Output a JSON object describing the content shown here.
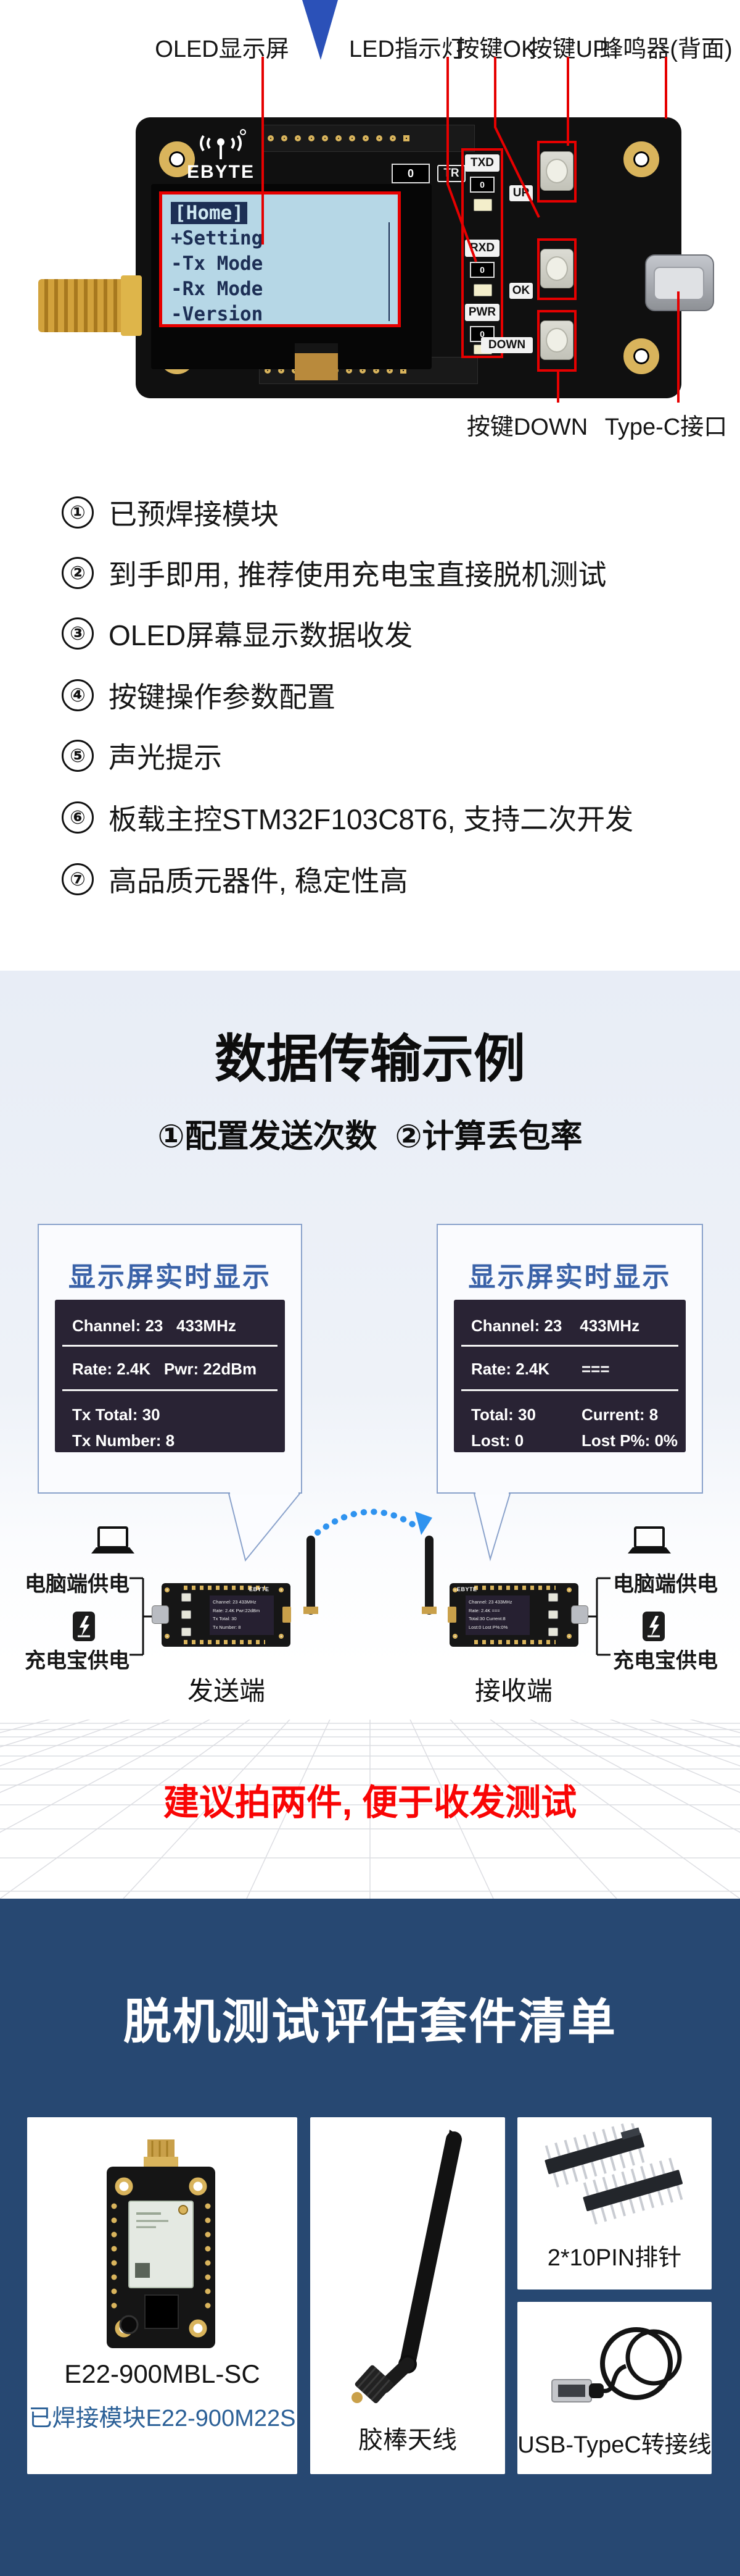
{
  "colors": {
    "accent_red": "#e60000",
    "note_red": "#f90505",
    "navy": "#274872",
    "panel_border": "#8aa2cb",
    "panel_title_blue": "#3a62a8",
    "screen_bg": "#292334",
    "oled_screen": "#b6d7e6",
    "oled_text": "#1d2f55",
    "arrow_blue": "#2b51b8",
    "arc_blue": "#2f93ef",
    "gold": "#d9b45c",
    "link_blue": "#2b6097"
  },
  "hero": {
    "top_labels": [
      "OLED显示屏",
      "LED指示灯",
      "按键OK",
      "按键UP",
      "蜂鸣器(背面)"
    ],
    "bottom_labels": [
      "按键DOWN",
      "Type-C接口"
    ],
    "board": {
      "brand": "EBYTE",
      "tr": "TR",
      "zero": "0",
      "txd": "TXD",
      "rxd": "RXD",
      "pwr": "PWR",
      "up": "UP",
      "ok": "OK",
      "down": "DOWN",
      "oled_menu": [
        "[Home]",
        "+Setting",
        "-Tx Mode",
        "-Rx Mode",
        "-Version"
      ]
    }
  },
  "features": {
    "items": [
      {
        "num": "①",
        "text": "已预焊接模块"
      },
      {
        "num": "②",
        "text": "到手即用, 推荐使用充电宝直接脱机测试"
      },
      {
        "num": "③",
        "text": "OLED屏幕显示数据收发"
      },
      {
        "num": "④",
        "text": "按键操作参数配置"
      },
      {
        "num": "⑤",
        "text": "声光提示"
      },
      {
        "num": "⑥",
        "text": "板载主控STM32F103C8T6, 支持二次开发"
      },
      {
        "num": "⑦",
        "text": "高品质元器件, 稳定性高"
      }
    ]
  },
  "transfer": {
    "title": "数据传输示例",
    "subtitle": "①配置发送次数  ②计算丢包率",
    "panel_title": "显示屏实时显示",
    "tx_screen": {
      "r1": "Channel: 23   433MHz",
      "r2": "Rate: 2.4K   Pwr: 22dBm",
      "r3": "Tx Total: 30",
      "r4": "Tx Number: 8"
    },
    "rx_screen": {
      "r1": "Channel: 23    433MHz",
      "r2a": "Rate: 2.4K",
      "r2b": "===",
      "r3a": "Total: 30",
      "r3b": "Current: 8",
      "r4a": "Lost: 0",
      "r4b": "Lost P%: 0%"
    },
    "mini_tx": [
      "Channel: 23 433MHz",
      "Rate: 2.4K Pwr:22dBm",
      "Tx Total: 30",
      "Tx Number: 8"
    ],
    "mini_rx": [
      "Channel: 23 433MHz",
      "Rate: 2.4K   ===",
      "Total:30  Current:8",
      "Lost:0  Lost P%:0%"
    ],
    "power_pc": "电脑端供电",
    "power_bank": "充电宝供电",
    "sender": "发送端",
    "receiver": "接收端",
    "note": "建议拍两件, 便于收发测试"
  },
  "kit": {
    "title": "脱机测试评估套件清单",
    "items": [
      {
        "name": "E22-900MBL-SC",
        "sub": "已焊接模块E22-900M22S"
      },
      {
        "name": "胶棒天线"
      },
      {
        "name": "2*10PIN排针"
      },
      {
        "name": "USB-TypeC转接线"
      }
    ]
  }
}
